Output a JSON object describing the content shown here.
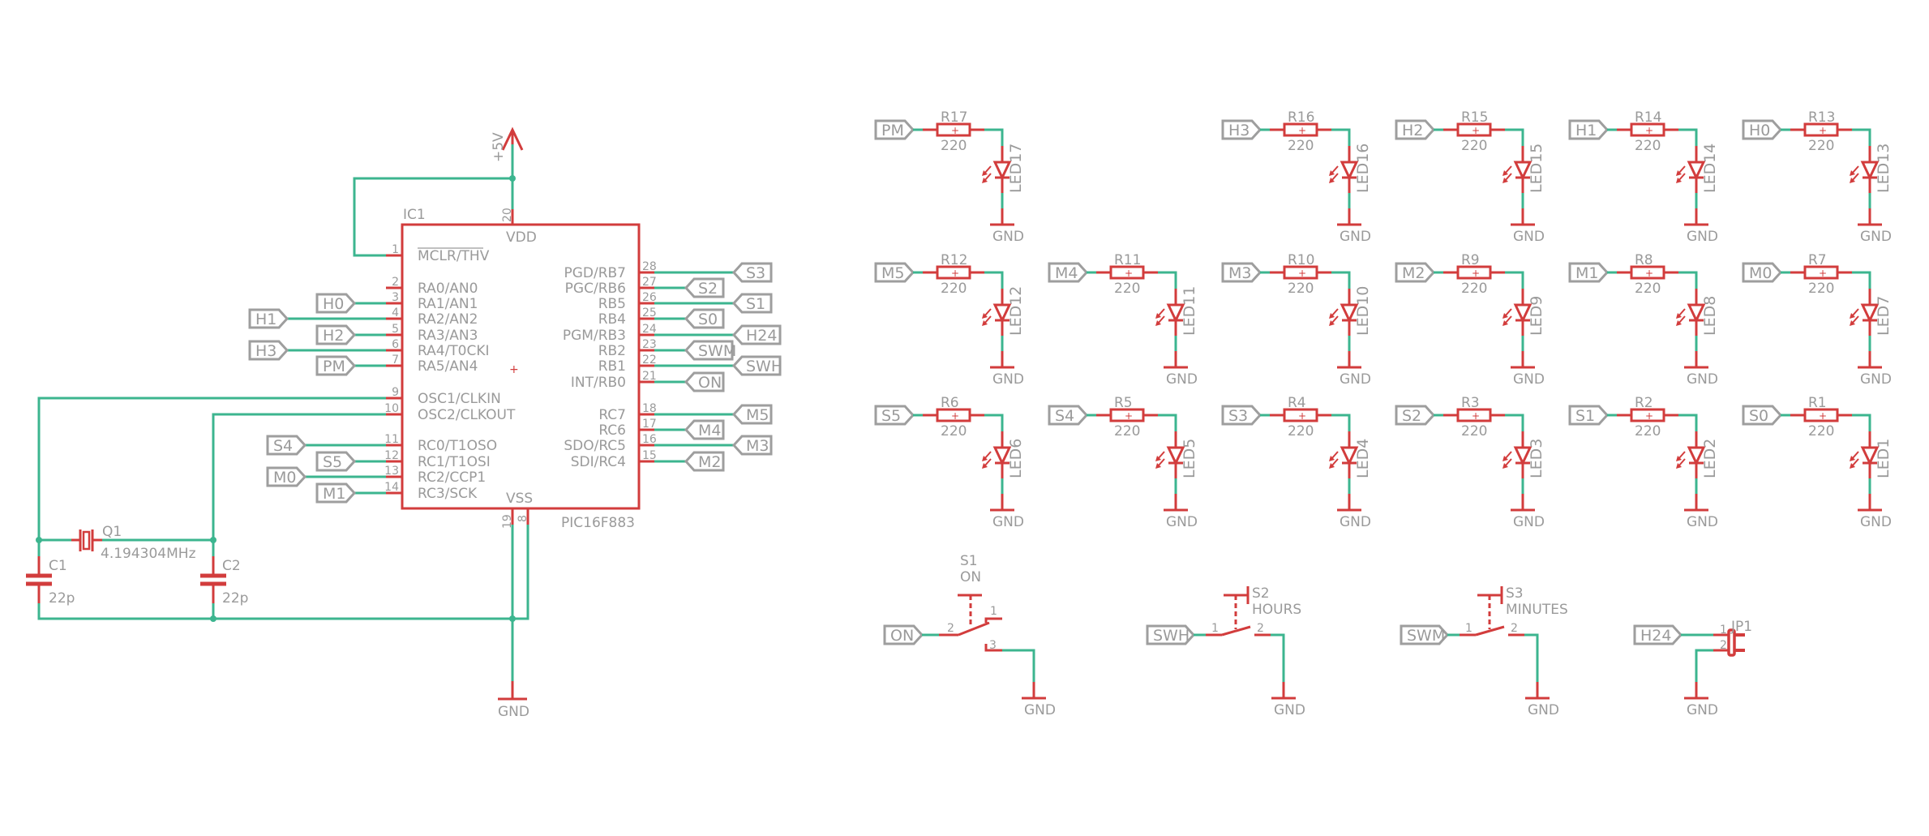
{
  "ic": {
    "ref": "IC1",
    "value": "PIC16F883",
    "vdd_label": "VDD",
    "vss_label": "VSS",
    "vdd_pin": "20",
    "vss_pins": [
      "19",
      "8"
    ],
    "left_pins": [
      {
        "num": "1",
        "name": "MCLR/THV",
        "net": "+5V"
      },
      {
        "num": "2",
        "name": "RA0/AN0",
        "net": ""
      },
      {
        "num": "3",
        "name": "RA1/AN1",
        "net": "H0"
      },
      {
        "num": "4",
        "name": "RA2/AN2",
        "net": "H1"
      },
      {
        "num": "5",
        "name": "RA3/AN3",
        "net": "H2"
      },
      {
        "num": "6",
        "name": "RA4/T0CKI",
        "net": "H3"
      },
      {
        "num": "7",
        "name": "RA5/AN4",
        "net": "PM"
      },
      {
        "num": "9",
        "name": "OSC1/CLKIN",
        "net": "OSC1"
      },
      {
        "num": "10",
        "name": "OSC2/CLKOUT",
        "net": "OSC2"
      },
      {
        "num": "11",
        "name": "RC0/T1OSO",
        "net": "S4"
      },
      {
        "num": "12",
        "name": "RC1/T1OSI",
        "net": "S5"
      },
      {
        "num": "13",
        "name": "RC2/CCP1",
        "net": "M0"
      },
      {
        "num": "14",
        "name": "RC3/SCK",
        "net": "M1"
      }
    ],
    "right_pins": [
      {
        "num": "28",
        "name": "PGD/RB7",
        "net": "S3"
      },
      {
        "num": "27",
        "name": "PGC/RB6",
        "net": "S2"
      },
      {
        "num": "26",
        "name": "RB5",
        "net": "S1"
      },
      {
        "num": "25",
        "name": "RB4",
        "net": "S0"
      },
      {
        "num": "24",
        "name": "PGM/RB3",
        "net": "H24"
      },
      {
        "num": "23",
        "name": "RB2",
        "net": "SWM"
      },
      {
        "num": "22",
        "name": "RB1",
        "net": "SWH"
      },
      {
        "num": "21",
        "name": "INT/RB0",
        "net": "ON"
      },
      {
        "num": "18",
        "name": "RC7",
        "net": "M5"
      },
      {
        "num": "17",
        "name": "RC6",
        "net": "M4"
      },
      {
        "num": "16",
        "name": "SDO/RC5",
        "net": "M3"
      },
      {
        "num": "15",
        "name": "SDI/RC4",
        "net": "M2"
      }
    ]
  },
  "power": {
    "supply_label": "+5V",
    "ground_label": "GND"
  },
  "crystal": {
    "ref": "Q1",
    "value": "4.194304MHz"
  },
  "capacitors": [
    {
      "ref": "C1",
      "value": "22p"
    },
    {
      "ref": "C2",
      "value": "22p"
    }
  ],
  "led_rows": [
    [
      {
        "net": "PM",
        "res": "R17",
        "res_value": "220",
        "led": "LED17"
      },
      null,
      {
        "net": "H3",
        "res": "R16",
        "res_value": "220",
        "led": "LED16"
      },
      {
        "net": "H2",
        "res": "R15",
        "res_value": "220",
        "led": "LED15"
      },
      {
        "net": "H1",
        "res": "R14",
        "res_value": "220",
        "led": "LED14"
      },
      {
        "net": "H0",
        "res": "R13",
        "res_value": "220",
        "led": "LED13"
      }
    ],
    [
      {
        "net": "M5",
        "res": "R12",
        "res_value": "220",
        "led": "LED12"
      },
      {
        "net": "M4",
        "res": "R11",
        "res_value": "220",
        "led": "LED11"
      },
      {
        "net": "M3",
        "res": "R10",
        "res_value": "220",
        "led": "LED10"
      },
      {
        "net": "M2",
        "res": "R9",
        "res_value": "220",
        "led": "LED9"
      },
      {
        "net": "M1",
        "res": "R8",
        "res_value": "220",
        "led": "LED8"
      },
      {
        "net": "M0",
        "res": "R7",
        "res_value": "220",
        "led": "LED7"
      }
    ],
    [
      {
        "net": "S5",
        "res": "R6",
        "res_value": "220",
        "led": "LED6"
      },
      {
        "net": "S4",
        "res": "R5",
        "res_value": "220",
        "led": "LED5"
      },
      {
        "net": "S3",
        "res": "R4",
        "res_value": "220",
        "led": "LED4"
      },
      {
        "net": "S2",
        "res": "R3",
        "res_value": "220",
        "led": "LED3"
      },
      {
        "net": "S1",
        "res": "R2",
        "res_value": "220",
        "led": "LED2"
      },
      {
        "net": "S0",
        "res": "R1",
        "res_value": "220",
        "led": "LED1"
      }
    ]
  ],
  "switches": [
    {
      "ref": "S1",
      "value": "ON",
      "net": "ON",
      "type": "spdt",
      "pins": [
        "2",
        "1",
        "3"
      ]
    },
    {
      "ref": "S2",
      "value": "HOURS",
      "net": "SWH",
      "type": "spst",
      "pins": [
        "1",
        "2"
      ]
    },
    {
      "ref": "S3",
      "value": "MINUTES",
      "net": "SWM",
      "type": "spst",
      "pins": [
        "1",
        "2"
      ]
    }
  ],
  "jumper": {
    "ref": "JP1",
    "net": "H24",
    "pins": [
      "1",
      "2"
    ]
  },
  "colors": {
    "wire": "#3cb58f",
    "part": "#d23c3c",
    "label": "#9a9a9a"
  }
}
